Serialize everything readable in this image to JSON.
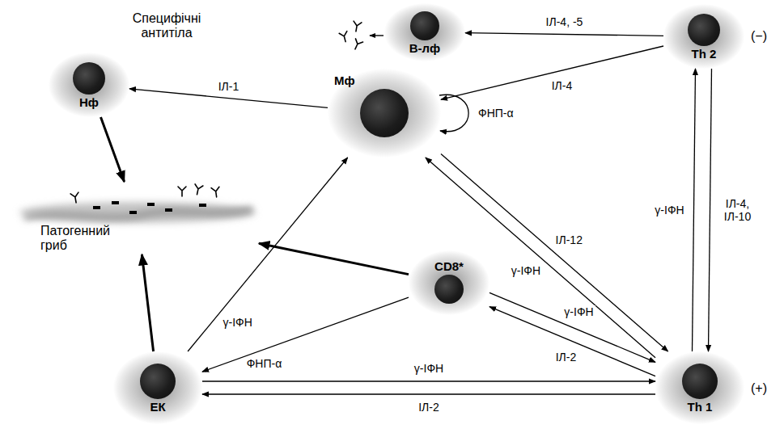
{
  "diagram": {
    "nodes": [
      {
        "text": [
          "В-лф"
        ]
      },
      {
        "text": [
          "Th 2"
        ]
      },
      {
        "text": [
          "Нф"
        ]
      },
      {
        "text": [
          "Мф"
        ]
      },
      {
        "text": [
          "Патогенний гриб"
        ]
      },
      {
        "text": [
          "CD8*"
        ]
      },
      {
        "text": [
          "ЕК"
        ]
      },
      {
        "text": [
          "Th 1"
        ]
      }
    ],
    "edges": [
      {
        "from": 1,
        "to": 0,
        "label": "ІЛ-4, -5",
        "arrow": "to"
      },
      {
        "from": 1,
        "to": 3,
        "label": "ІЛ-4",
        "arrow": "to"
      },
      {
        "from": 3,
        "to": 2,
        "label": "ІЛ-1",
        "arrow": "to"
      },
      {
        "from": 3,
        "to": 3,
        "label": "ФНП-α",
        "arrow": "to"
      },
      {
        "from": 7,
        "to": 1,
        "label": "γ-ІФН",
        "arrow": "to"
      },
      {
        "from": 1,
        "to": 7,
        "label": "ІЛ-4, ІЛ-10",
        "arrow": "to"
      },
      {
        "from": 3,
        "to": 7,
        "label": "ІЛ-12",
        "arrow": "to"
      },
      {
        "from": 7,
        "to": 3,
        "label": "γ-ІФН",
        "arrow": "to"
      },
      {
        "from": 7,
        "to": 5,
        "label": "ІЛ-2",
        "arrow": "to"
      },
      {
        "from": 5,
        "to": 7,
        "label": "γ-ІФН",
        "arrow": "to"
      },
      {
        "from": 6,
        "to": 7,
        "label": "γ-ІФН",
        "arrow": "to"
      },
      {
        "from": 7,
        "to": 6,
        "label": "ІЛ-2",
        "arrow": "to"
      },
      {
        "from": 6,
        "to": 3,
        "label": "γ-ІФН",
        "arrow": "to"
      },
      {
        "from": 5,
        "to": 6,
        "label": "ФНП-α",
        "arrow": "to"
      },
      {
        "from": 5,
        "to": 4,
        "arrow": "to"
      },
      {
        "from": 2,
        "to": 4,
        "arrow": "to"
      },
      {
        "from": 6,
        "to": 4,
        "arrow": "to"
      }
    ],
    "labels": [
      "Специфічні антитіла",
      "(−)",
      "(+)"
    ]
  }
}
